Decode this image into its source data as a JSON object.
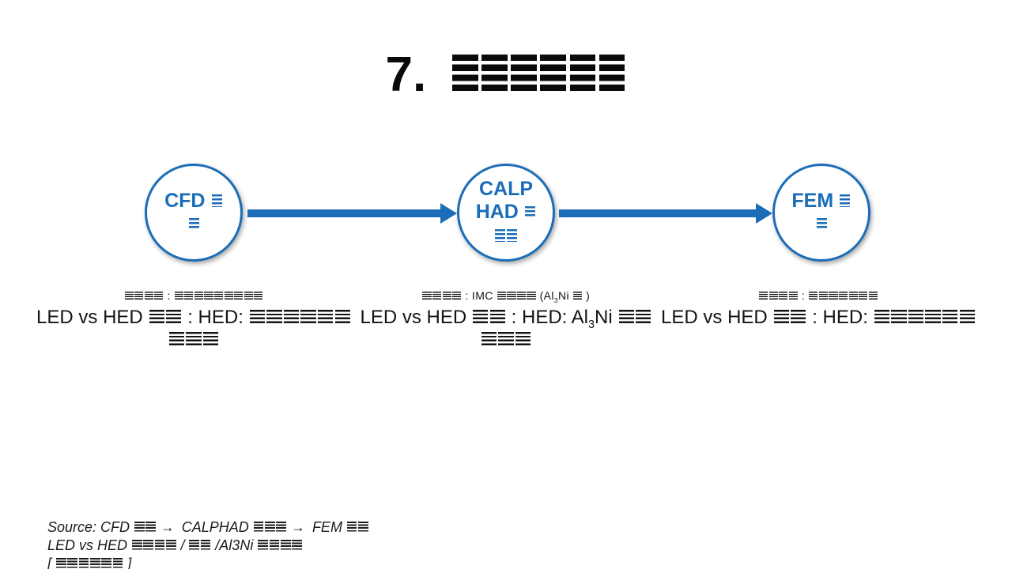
{
  "colors": {
    "accent": "#1b6db8",
    "text": "#111111",
    "background": "#ffffff"
  },
  "title": {
    "segments": [
      [
        "t",
        "7. "
      ],
      [
        "tofu",
        6
      ]
    ]
  },
  "diagram": {
    "nodes": [
      {
        "id": "cfd",
        "lines": [
          [
            [
              "t",
              "CFD "
            ],
            [
              "tofu",
              1
            ]
          ],
          [
            [
              "tofu",
              1
            ]
          ]
        ]
      },
      {
        "id": "calphad",
        "lines": [
          [
            [
              "t",
              "CALP"
            ]
          ],
          [
            [
              "t",
              "HAD "
            ],
            [
              "tofu",
              1
            ]
          ],
          [
            [
              "tofu",
              2
            ]
          ]
        ]
      },
      {
        "id": "fem",
        "lines": [
          [
            [
              "t",
              "FEM "
            ],
            [
              "tofu",
              1
            ]
          ],
          [
            [
              "tofu",
              1
            ]
          ]
        ]
      }
    ]
  },
  "labels": [
    {
      "id": "cfd-label",
      "small": [
        [
          "tofu",
          4
        ],
        [
          "t",
          " : "
        ],
        [
          "tofu",
          9
        ]
      ],
      "large1": [
        [
          "t",
          "LED vs HED "
        ],
        [
          "tofu",
          2
        ],
        [
          "t",
          " : HED:  "
        ],
        [
          "tofu",
          6
        ]
      ],
      "large2": [
        [
          "tofu",
          3
        ]
      ]
    },
    {
      "id": "calphad-label",
      "small": [
        [
          "tofu",
          4
        ],
        [
          "t",
          " : IMC "
        ],
        [
          "tofu",
          4
        ],
        [
          "t",
          " (Al"
        ],
        [
          "sub",
          "3"
        ],
        [
          "t",
          "Ni "
        ],
        [
          "tofu",
          1
        ],
        [
          "t",
          " )"
        ]
      ],
      "large1": [
        [
          "t",
          "LED vs HED "
        ],
        [
          "tofu",
          2
        ],
        [
          "t",
          " : HED: Al"
        ],
        [
          "sub",
          "3"
        ],
        [
          "t",
          "Ni "
        ],
        [
          "tofu",
          2
        ]
      ],
      "large2": [
        [
          "tofu",
          3
        ]
      ]
    },
    {
      "id": "fem-label",
      "small": [
        [
          "tofu",
          4
        ],
        [
          "t",
          " : "
        ],
        [
          "tofu",
          7
        ]
      ],
      "large1": [
        [
          "t",
          "LED vs HED "
        ],
        [
          "tofu",
          2
        ],
        [
          "t",
          " : HED:  "
        ],
        [
          "tofu",
          6
        ]
      ],
      "large2": null
    }
  ],
  "source": {
    "line1": [
      [
        "t",
        "Source: CFD "
      ],
      [
        "tofu",
        2
      ],
      [
        "t",
        " → CALPHAD "
      ],
      [
        "tofu",
        3
      ],
      [
        "t",
        " → FEM "
      ],
      [
        "tofu",
        2
      ]
    ],
    "line2": [
      [
        "t",
        "LED vs HED "
      ],
      [
        "tofu",
        4
      ],
      [
        "t",
        " / "
      ],
      [
        "tofu",
        2
      ],
      [
        "t",
        " /Al3Ni "
      ],
      [
        "tofu",
        4
      ]
    ],
    "line3": [
      [
        "t",
        "[ "
      ],
      [
        "tofu",
        6
      ],
      [
        "t",
        " ]"
      ]
    ]
  }
}
